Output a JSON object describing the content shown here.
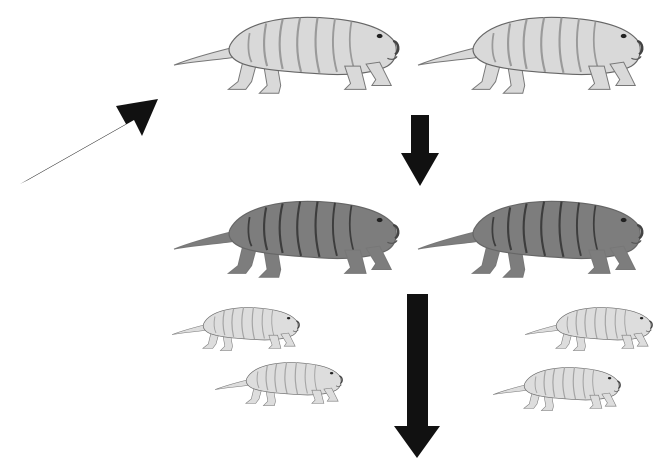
{
  "diagram": {
    "arrows": [
      {
        "id": "arrow-diagonal",
        "direction": "up-right",
        "icon": "thick-arrow-icon"
      },
      {
        "id": "arrow-down-short",
        "direction": "down",
        "icon": "thick-arrow-icon"
      },
      {
        "id": "arrow-down-long",
        "direction": "down",
        "icon": "thick-arrow-icon"
      }
    ],
    "rows": [
      {
        "id": "row-light-adults",
        "count": 2,
        "tone": "light",
        "size": "large",
        "icon": "mole-rat-icon"
      },
      {
        "id": "row-dark-adults",
        "count": 2,
        "tone": "dark",
        "size": "large",
        "icon": "mole-rat-icon"
      },
      {
        "id": "row-light-young",
        "count": 4,
        "tone": "light",
        "size": "small",
        "icon": "mole-rat-icon"
      }
    ]
  },
  "colors": {
    "arrow": "#111111",
    "light_body": "#d9d9d9",
    "light_stripe": "#9a9a9a",
    "dark_body": "#7d7d7d",
    "dark_stripe": "#3d3d3d",
    "background": "#ffffff"
  }
}
